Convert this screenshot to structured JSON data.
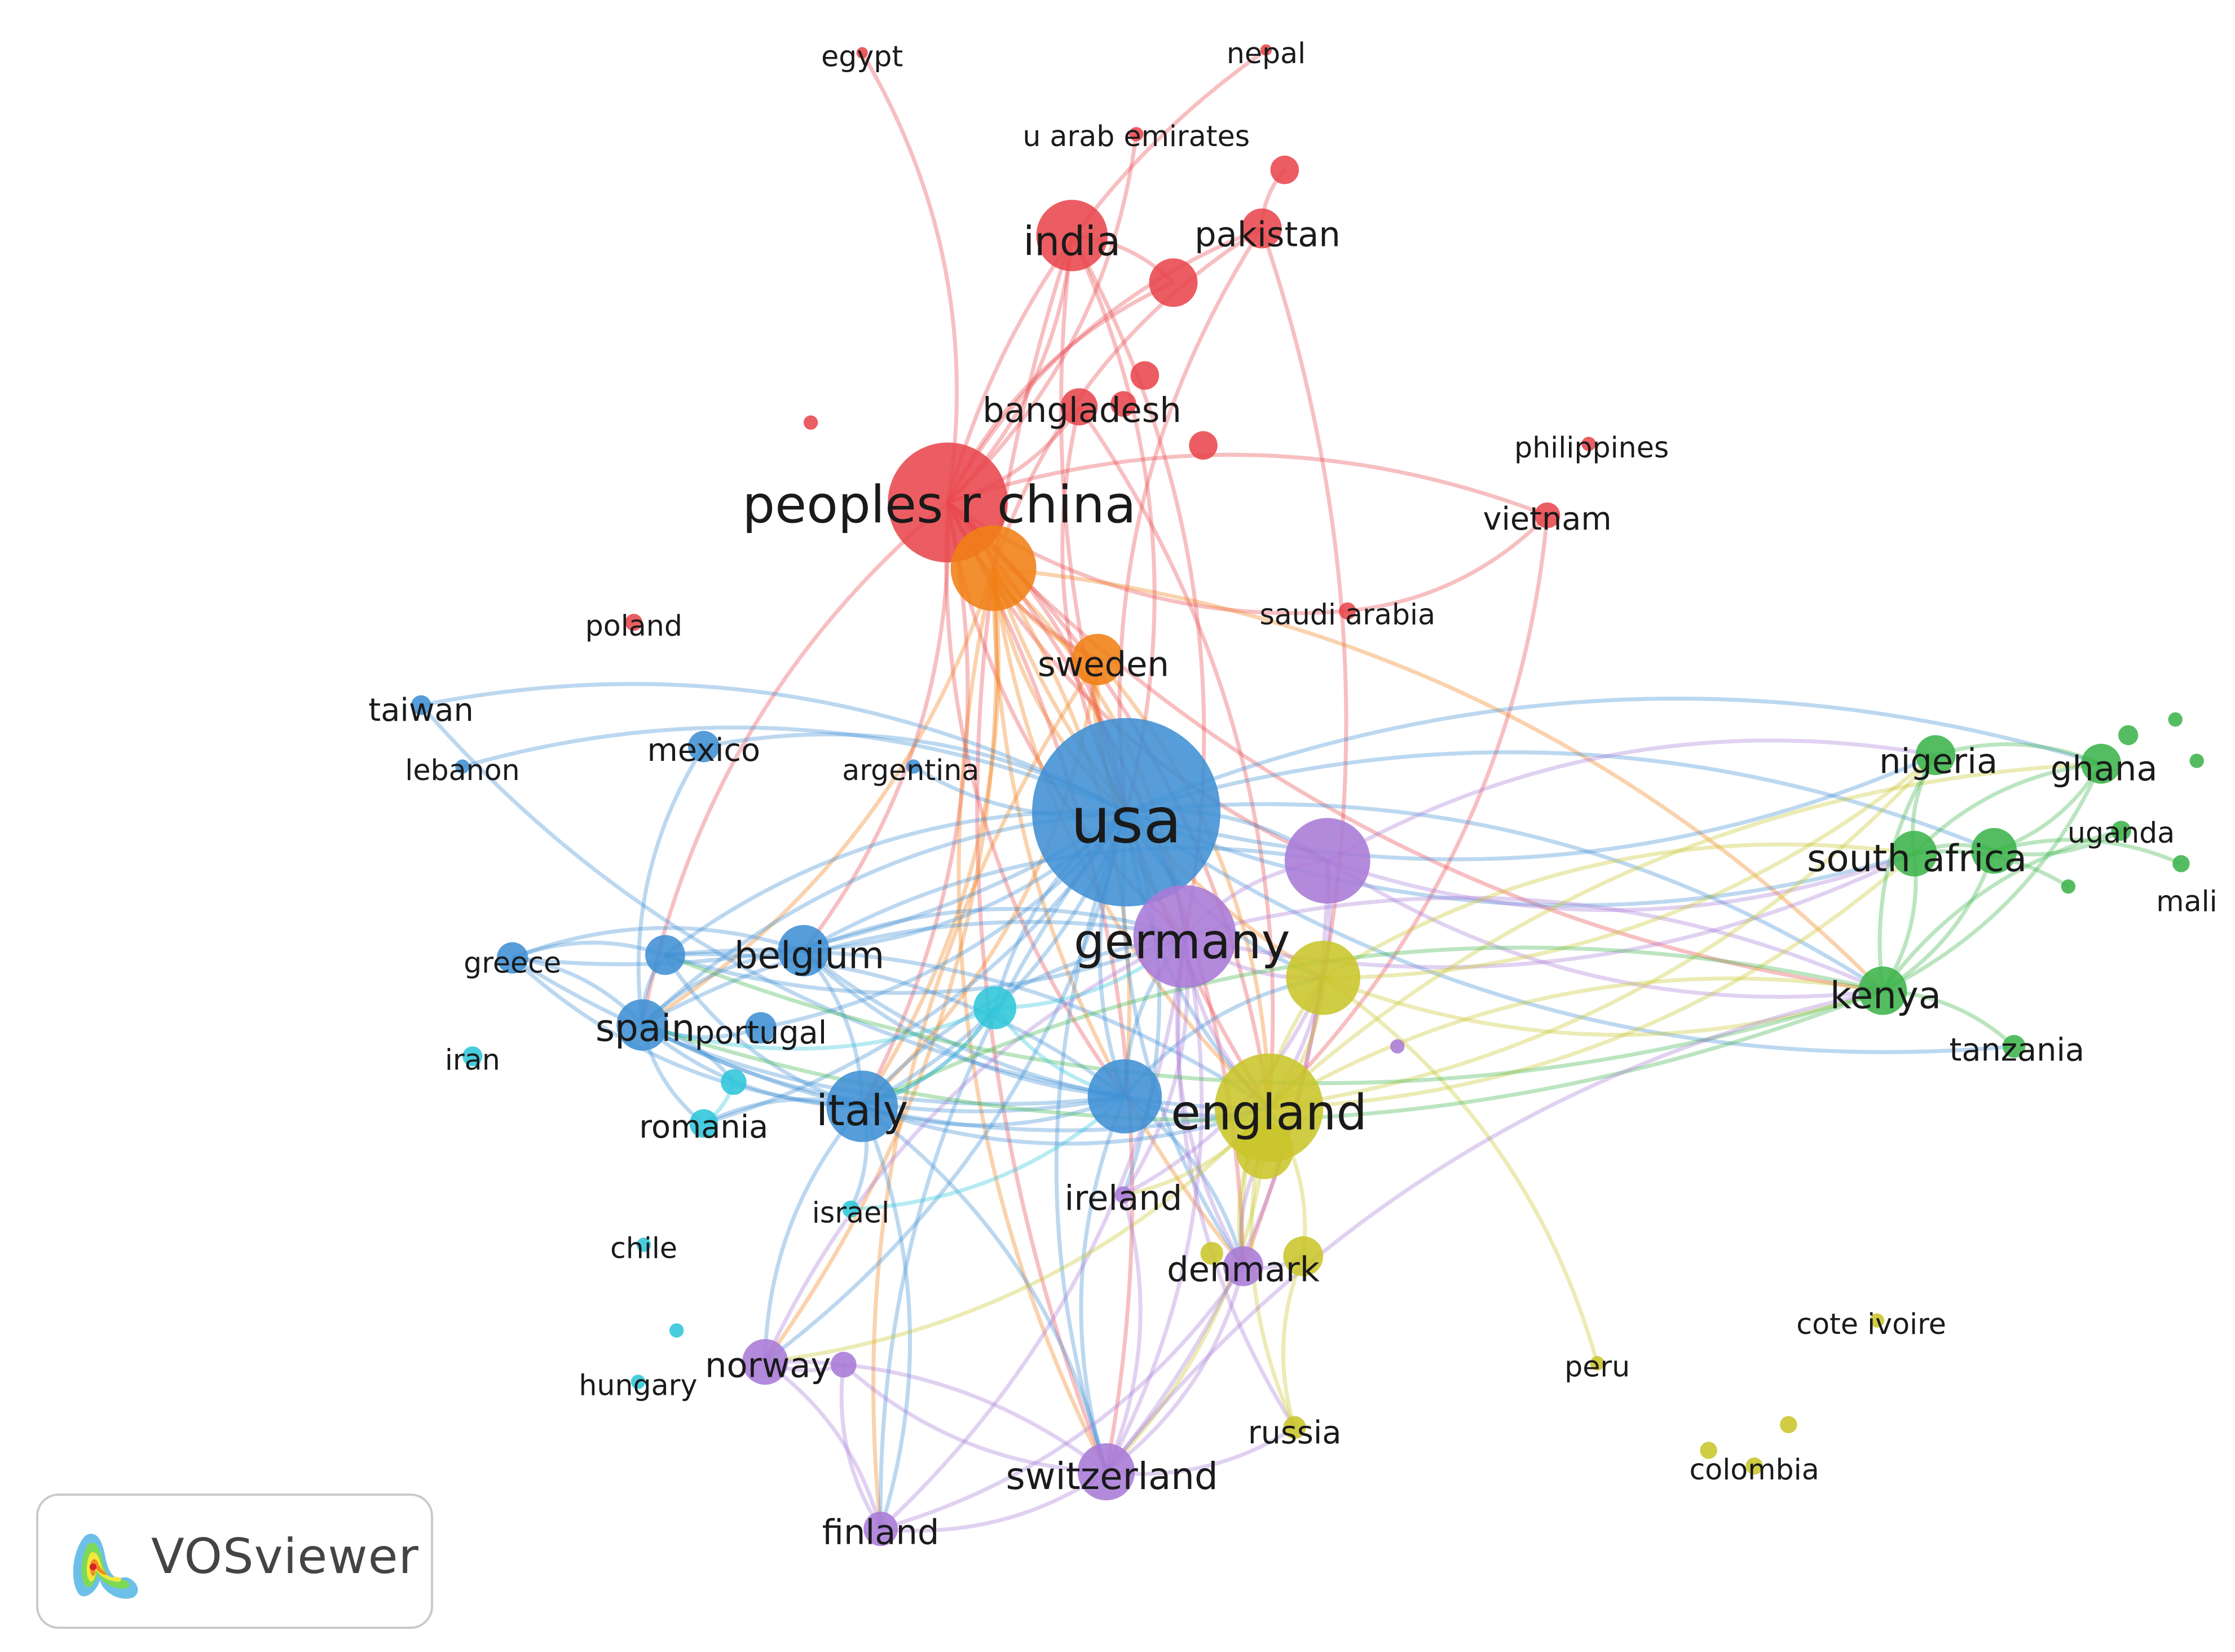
{
  "network": {
    "clusters": {
      "red": "#e8474c",
      "orange": "#f07f15",
      "blue": "#3f8fd4",
      "green": "#3cb44b",
      "purple": "#a97ad6",
      "yellow": "#c9c52a",
      "cyan": "#2fc6d9"
    },
    "nodes": [
      {
        "id": "egypt",
        "label": "egypt",
        "cluster": "red",
        "weight": 1
      },
      {
        "id": "nepal",
        "label": "nepal",
        "cluster": "red",
        "weight": 1
      },
      {
        "id": "uae",
        "label": "u arab emirates",
        "cluster": "red",
        "weight": 1
      },
      {
        "id": "india",
        "label": "india",
        "cluster": "red",
        "weight": 6
      },
      {
        "id": "pakistan",
        "label": "pakistan",
        "cluster": "red",
        "weight": 3
      },
      {
        "id": "r1",
        "label": "",
        "cluster": "red",
        "weight": 2
      },
      {
        "id": "r2",
        "label": "",
        "cluster": "red",
        "weight": 4
      },
      {
        "id": "r3",
        "label": "",
        "cluster": "red",
        "weight": 2
      },
      {
        "id": "r4",
        "label": "",
        "cluster": "red",
        "weight": 2
      },
      {
        "id": "r5",
        "label": "",
        "cluster": "red",
        "weight": 2
      },
      {
        "id": "r6",
        "label": "",
        "cluster": "red",
        "weight": 1
      },
      {
        "id": "bangladesh",
        "label": "bangladesh",
        "cluster": "red",
        "weight": 3
      },
      {
        "id": "china",
        "label": "peoples r china",
        "cluster": "red",
        "weight": 20
      },
      {
        "id": "philippines",
        "label": "philippines",
        "cluster": "red",
        "weight": 1
      },
      {
        "id": "vietnam",
        "label": "vietnam",
        "cluster": "red",
        "weight": 2
      },
      {
        "id": "saudi",
        "label": "saudi arabia",
        "cluster": "red",
        "weight": 1
      },
      {
        "id": "poland",
        "label": "poland",
        "cluster": "red",
        "weight": 1
      },
      {
        "id": "o1",
        "label": "",
        "cluster": "orange",
        "weight": 10
      },
      {
        "id": "sweden",
        "label": "sweden",
        "cluster": "orange",
        "weight": 5
      },
      {
        "id": "taiwan",
        "label": "taiwan",
        "cluster": "blue",
        "weight": 1
      },
      {
        "id": "lebanon",
        "label": "lebanon",
        "cluster": "blue",
        "weight": 1
      },
      {
        "id": "mexico",
        "label": "mexico",
        "cluster": "blue",
        "weight": 1
      },
      {
        "id": "argentina",
        "label": "argentina",
        "cluster": "blue",
        "weight": 1
      },
      {
        "id": "usa",
        "label": "usa",
        "cluster": "blue",
        "weight": 40
      },
      {
        "id": "greece",
        "label": "greece",
        "cluster": "blue",
        "weight": 1
      },
      {
        "id": "b1",
        "label": "",
        "cluster": "blue",
        "weight": 3
      },
      {
        "id": "belgium",
        "label": "belgium",
        "cluster": "blue",
        "weight": 4
      },
      {
        "id": "spain",
        "label": "spain",
        "cluster": "blue",
        "weight": 5
      },
      {
        "id": "portugal",
        "label": "portugal",
        "cluster": "blue",
        "weight": 2
      },
      {
        "id": "italy",
        "label": "italy",
        "cluster": "blue",
        "weight": 8
      },
      {
        "id": "b2",
        "label": "",
        "cluster": "blue",
        "weight": 10
      },
      {
        "id": "nigeria",
        "label": "nigeria",
        "cluster": "green",
        "weight": 3
      },
      {
        "id": "ghana",
        "label": "ghana",
        "cluster": "green",
        "weight": 3
      },
      {
        "id": "g1",
        "label": "",
        "cluster": "green",
        "weight": 1
      },
      {
        "id": "g2",
        "label": "",
        "cluster": "green",
        "weight": 1
      },
      {
        "id": "g3",
        "label": "",
        "cluster": "green",
        "weight": 1
      },
      {
        "id": "uganda",
        "label": "uganda",
        "cluster": "green",
        "weight": 1
      },
      {
        "id": "south_africa",
        "label": "south africa",
        "cluster": "green",
        "weight": 4
      },
      {
        "id": "g4",
        "label": "",
        "cluster": "green",
        "weight": 4
      },
      {
        "id": "g5",
        "label": "",
        "cluster": "green",
        "weight": 1
      },
      {
        "id": "mali",
        "label": "mali",
        "cluster": "green",
        "weight": 1
      },
      {
        "id": "kenya",
        "label": "kenya",
        "cluster": "green",
        "weight": 5
      },
      {
        "id": "tanzania",
        "label": "tanzania",
        "cluster": "green",
        "weight": 1
      },
      {
        "id": "p1",
        "label": "",
        "cluster": "purple",
        "weight": 12
      },
      {
        "id": "germany",
        "label": "germany",
        "cluster": "purple",
        "weight": 18
      },
      {
        "id": "p2",
        "label": "",
        "cluster": "purple",
        "weight": 1
      },
      {
        "id": "ireland",
        "label": "ireland",
        "cluster": "purple",
        "weight": 1
      },
      {
        "id": "denmark",
        "label": "denmark",
        "cluster": "purple",
        "weight": 3
      },
      {
        "id": "norway",
        "label": "norway",
        "cluster": "purple",
        "weight": 3
      },
      {
        "id": "p3",
        "label": "",
        "cluster": "purple",
        "weight": 1
      },
      {
        "id": "switzerland",
        "label": "switzerland",
        "cluster": "purple",
        "weight": 5
      },
      {
        "id": "finland",
        "label": "finland",
        "cluster": "purple",
        "weight": 2
      },
      {
        "id": "y1",
        "label": "",
        "cluster": "yellow",
        "weight": 8
      },
      {
        "id": "england",
        "label": "england",
        "cluster": "yellow",
        "weight": 16
      },
      {
        "id": "y2",
        "label": "",
        "cluster": "yellow",
        "weight": 5
      },
      {
        "id": "y3",
        "label": "",
        "cluster": "yellow",
        "weight": 2
      },
      {
        "id": "y4",
        "label": "",
        "cluster": "yellow",
        "weight": 1
      },
      {
        "id": "russia",
        "label": "russia",
        "cluster": "yellow",
        "weight": 1
      },
      {
        "id": "peru",
        "label": "peru",
        "cluster": "yellow",
        "weight": 1
      },
      {
        "id": "cote",
        "label": "cote ivoire",
        "cluster": "yellow",
        "weight": 1
      },
      {
        "id": "colombia",
        "label": "colombia",
        "cluster": "yellow",
        "weight": 1
      },
      {
        "id": "y5",
        "label": "",
        "cluster": "yellow",
        "weight": 1
      },
      {
        "id": "y6",
        "label": "",
        "cluster": "yellow",
        "weight": 1
      },
      {
        "id": "c1",
        "label": "",
        "cluster": "cyan",
        "weight": 3
      },
      {
        "id": "iran",
        "label": "iran",
        "cluster": "cyan",
        "weight": 1
      },
      {
        "id": "c2",
        "label": "",
        "cluster": "cyan",
        "weight": 1
      },
      {
        "id": "romania",
        "label": "romania",
        "cluster": "cyan",
        "weight": 1
      },
      {
        "id": "israel",
        "label": "israel",
        "cluster": "cyan",
        "weight": 1
      },
      {
        "id": "chile",
        "label": "chile",
        "cluster": "cyan",
        "weight": 1
      },
      {
        "id": "c3",
        "label": "",
        "cluster": "cyan",
        "weight": 1
      },
      {
        "id": "hungary",
        "label": "hungary",
        "cluster": "cyan",
        "weight": 1
      }
    ],
    "links": [
      [
        "china",
        "usa"
      ],
      [
        "china",
        "india"
      ],
      [
        "china",
        "pakistan"
      ],
      [
        "china",
        "bangladesh"
      ],
      [
        "china",
        "r2"
      ],
      [
        "china",
        "egypt"
      ],
      [
        "china",
        "vietnam"
      ],
      [
        "china",
        "saudi"
      ],
      [
        "china",
        "england"
      ],
      [
        "china",
        "germany"
      ],
      [
        "china",
        "italy"
      ],
      [
        "china",
        "spain"
      ],
      [
        "china",
        "belgium"
      ],
      [
        "china",
        "kenya"
      ],
      [
        "china",
        "switzerland"
      ],
      [
        "china",
        "sweden"
      ],
      [
        "china",
        "o1"
      ],
      [
        "china",
        "b2"
      ],
      [
        "china",
        "denmark"
      ],
      [
        "china",
        "p1"
      ],
      [
        "india",
        "usa"
      ],
      [
        "india",
        "england"
      ],
      [
        "india",
        "germany"
      ],
      [
        "india",
        "switzerland"
      ],
      [
        "india",
        "r2"
      ],
      [
        "pakistan",
        "usa"
      ],
      [
        "pakistan",
        "r1"
      ],
      [
        "pakistan",
        "o1"
      ],
      [
        "pakistan",
        "denmark"
      ],
      [
        "bangladesh",
        "usa"
      ],
      [
        "bangladesh",
        "england"
      ],
      [
        "nepal",
        "china"
      ],
      [
        "uae",
        "china"
      ],
      [
        "saudi",
        "vietnam"
      ],
      [
        "vietnam",
        "england"
      ],
      [
        "o1",
        "usa"
      ],
      [
        "o1",
        "germany"
      ],
      [
        "o1",
        "england"
      ],
      [
        "o1",
        "italy"
      ],
      [
        "o1",
        "sweden"
      ],
      [
        "o1",
        "b2"
      ],
      [
        "o1",
        "switzerland"
      ],
      [
        "o1",
        "spain"
      ],
      [
        "o1",
        "denmark"
      ],
      [
        "o1",
        "kenya"
      ],
      [
        "o1",
        "y1"
      ],
      [
        "o1",
        "norway"
      ],
      [
        "sweden",
        "usa"
      ],
      [
        "sweden",
        "england"
      ],
      [
        "sweden",
        "germany"
      ],
      [
        "sweden",
        "italy"
      ],
      [
        "sweden",
        "finland"
      ],
      [
        "usa",
        "germany"
      ],
      [
        "usa",
        "england"
      ],
      [
        "usa",
        "italy"
      ],
      [
        "usa",
        "spain"
      ],
      [
        "usa",
        "belgium"
      ],
      [
        "usa",
        "b2"
      ],
      [
        "usa",
        "p1"
      ],
      [
        "usa",
        "y1"
      ],
      [
        "usa",
        "kenya"
      ],
      [
        "usa",
        "nigeria"
      ],
      [
        "usa",
        "ghana"
      ],
      [
        "usa",
        "south_africa"
      ],
      [
        "usa",
        "g4"
      ],
      [
        "usa",
        "switzerland"
      ],
      [
        "usa",
        "norway"
      ],
      [
        "usa",
        "finland"
      ],
      [
        "usa",
        "ireland"
      ],
      [
        "usa",
        "denmark"
      ],
      [
        "usa",
        "greece"
      ],
      [
        "usa",
        "b1"
      ],
      [
        "usa",
        "portugal"
      ],
      [
        "usa",
        "mexico"
      ],
      [
        "usa",
        "argentina"
      ],
      [
        "usa",
        "c1"
      ],
      [
        "usa",
        "romania"
      ],
      [
        "usa",
        "tanzania"
      ],
      [
        "taiwan",
        "usa"
      ],
      [
        "taiwan",
        "b2"
      ],
      [
        "lebanon",
        "usa"
      ],
      [
        "mexico",
        "spain"
      ],
      [
        "greece",
        "spain"
      ],
      [
        "greece",
        "italy"
      ],
      [
        "greece",
        "belgium"
      ],
      [
        "greece",
        "b2"
      ],
      [
        "greece",
        "b1"
      ],
      [
        "spain",
        "italy"
      ],
      [
        "spain",
        "belgium"
      ],
      [
        "spain",
        "b2"
      ],
      [
        "spain",
        "germany"
      ],
      [
        "spain",
        "england"
      ],
      [
        "spain",
        "b1"
      ],
      [
        "spain",
        "portugal"
      ],
      [
        "spain",
        "c2"
      ],
      [
        "spain",
        "romania"
      ],
      [
        "belgium",
        "italy"
      ],
      [
        "belgium",
        "b2"
      ],
      [
        "belgium",
        "germany"
      ],
      [
        "belgium",
        "england"
      ],
      [
        "belgium",
        "p1"
      ],
      [
        "b1",
        "italy"
      ],
      [
        "b1",
        "b2"
      ],
      [
        "b1",
        "germany"
      ],
      [
        "b1",
        "england"
      ],
      [
        "italy",
        "b2"
      ],
      [
        "italy",
        "germany"
      ],
      [
        "italy",
        "england"
      ],
      [
        "italy",
        "switzerland"
      ],
      [
        "italy",
        "norway"
      ],
      [
        "italy",
        "finland"
      ],
      [
        "italy",
        "c1"
      ],
      [
        "italy",
        "israel"
      ],
      [
        "italy",
        "romania"
      ],
      [
        "b2",
        "germany"
      ],
      [
        "b2",
        "england"
      ],
      [
        "b2",
        "y1"
      ],
      [
        "b2",
        "switzerland"
      ],
      [
        "b2",
        "denmark"
      ],
      [
        "germany",
        "england"
      ],
      [
        "germany",
        "p1"
      ],
      [
        "germany",
        "y1"
      ],
      [
        "germany",
        "switzerland"
      ],
      [
        "germany",
        "norway"
      ],
      [
        "germany",
        "finland"
      ],
      [
        "germany",
        "denmark"
      ],
      [
        "germany",
        "kenya"
      ],
      [
        "germany",
        "south_africa"
      ],
      [
        "germany",
        "ireland"
      ],
      [
        "germany",
        "russia"
      ],
      [
        "p1",
        "england"
      ],
      [
        "p1",
        "kenya"
      ],
      [
        "p1",
        "nigeria"
      ],
      [
        "p1",
        "south_africa"
      ],
      [
        "p1",
        "switzerland"
      ],
      [
        "england",
        "y1"
      ],
      [
        "england",
        "kenya"
      ],
      [
        "england",
        "nigeria"
      ],
      [
        "england",
        "ghana"
      ],
      [
        "england",
        "south_africa"
      ],
      [
        "england",
        "switzerland"
      ],
      [
        "england",
        "denmark"
      ],
      [
        "england",
        "ireland"
      ],
      [
        "england",
        "y2"
      ],
      [
        "england",
        "y3"
      ],
      [
        "england",
        "russia"
      ],
      [
        "england",
        "norway"
      ],
      [
        "y1",
        "kenya"
      ],
      [
        "y1",
        "south_africa"
      ],
      [
        "y1",
        "nigeria"
      ],
      [
        "y1",
        "peru"
      ],
      [
        "y1",
        "denmark"
      ],
      [
        "kenya",
        "nigeria"
      ],
      [
        "kenya",
        "south_africa"
      ],
      [
        "kenya",
        "tanzania"
      ],
      [
        "kenya",
        "ghana"
      ],
      [
        "kenya",
        "uganda"
      ],
      [
        "kenya",
        "g4"
      ],
      [
        "kenya",
        "spain"
      ],
      [
        "kenya",
        "italy"
      ],
      [
        "kenya",
        "b1"
      ],
      [
        "nigeria",
        "south_africa"
      ],
      [
        "nigeria",
        "ghana"
      ],
      [
        "ghana",
        "south_africa"
      ],
      [
        "ghana",
        "g4"
      ],
      [
        "g4",
        "uganda"
      ],
      [
        "g4",
        "mali"
      ],
      [
        "g4",
        "south_africa"
      ],
      [
        "south_africa",
        "g5"
      ],
      [
        "switzerland",
        "norway"
      ],
      [
        "switzerland",
        "finland"
      ],
      [
        "switzerland",
        "denmark"
      ],
      [
        "switzerland",
        "p3"
      ],
      [
        "switzerland",
        "russia"
      ],
      [
        "switzerland",
        "kenya"
      ],
      [
        "switzerland",
        "ireland"
      ],
      [
        "norway",
        "finland"
      ],
      [
        "norway",
        "p3"
      ],
      [
        "finland",
        "p3"
      ],
      [
        "finland",
        "denmark"
      ],
      [
        "denmark",
        "y2"
      ],
      [
        "denmark",
        "y3"
      ],
      [
        "russia",
        "y3"
      ],
      [
        "ireland",
        "y1"
      ],
      [
        "c1",
        "spain"
      ],
      [
        "c1",
        "b2"
      ],
      [
        "c1",
        "italy"
      ],
      [
        "c1",
        "germany"
      ],
      [
        "c2",
        "romania"
      ],
      [
        "israel",
        "b2"
      ]
    ]
  },
  "logo": {
    "text": "VOSviewer"
  }
}
